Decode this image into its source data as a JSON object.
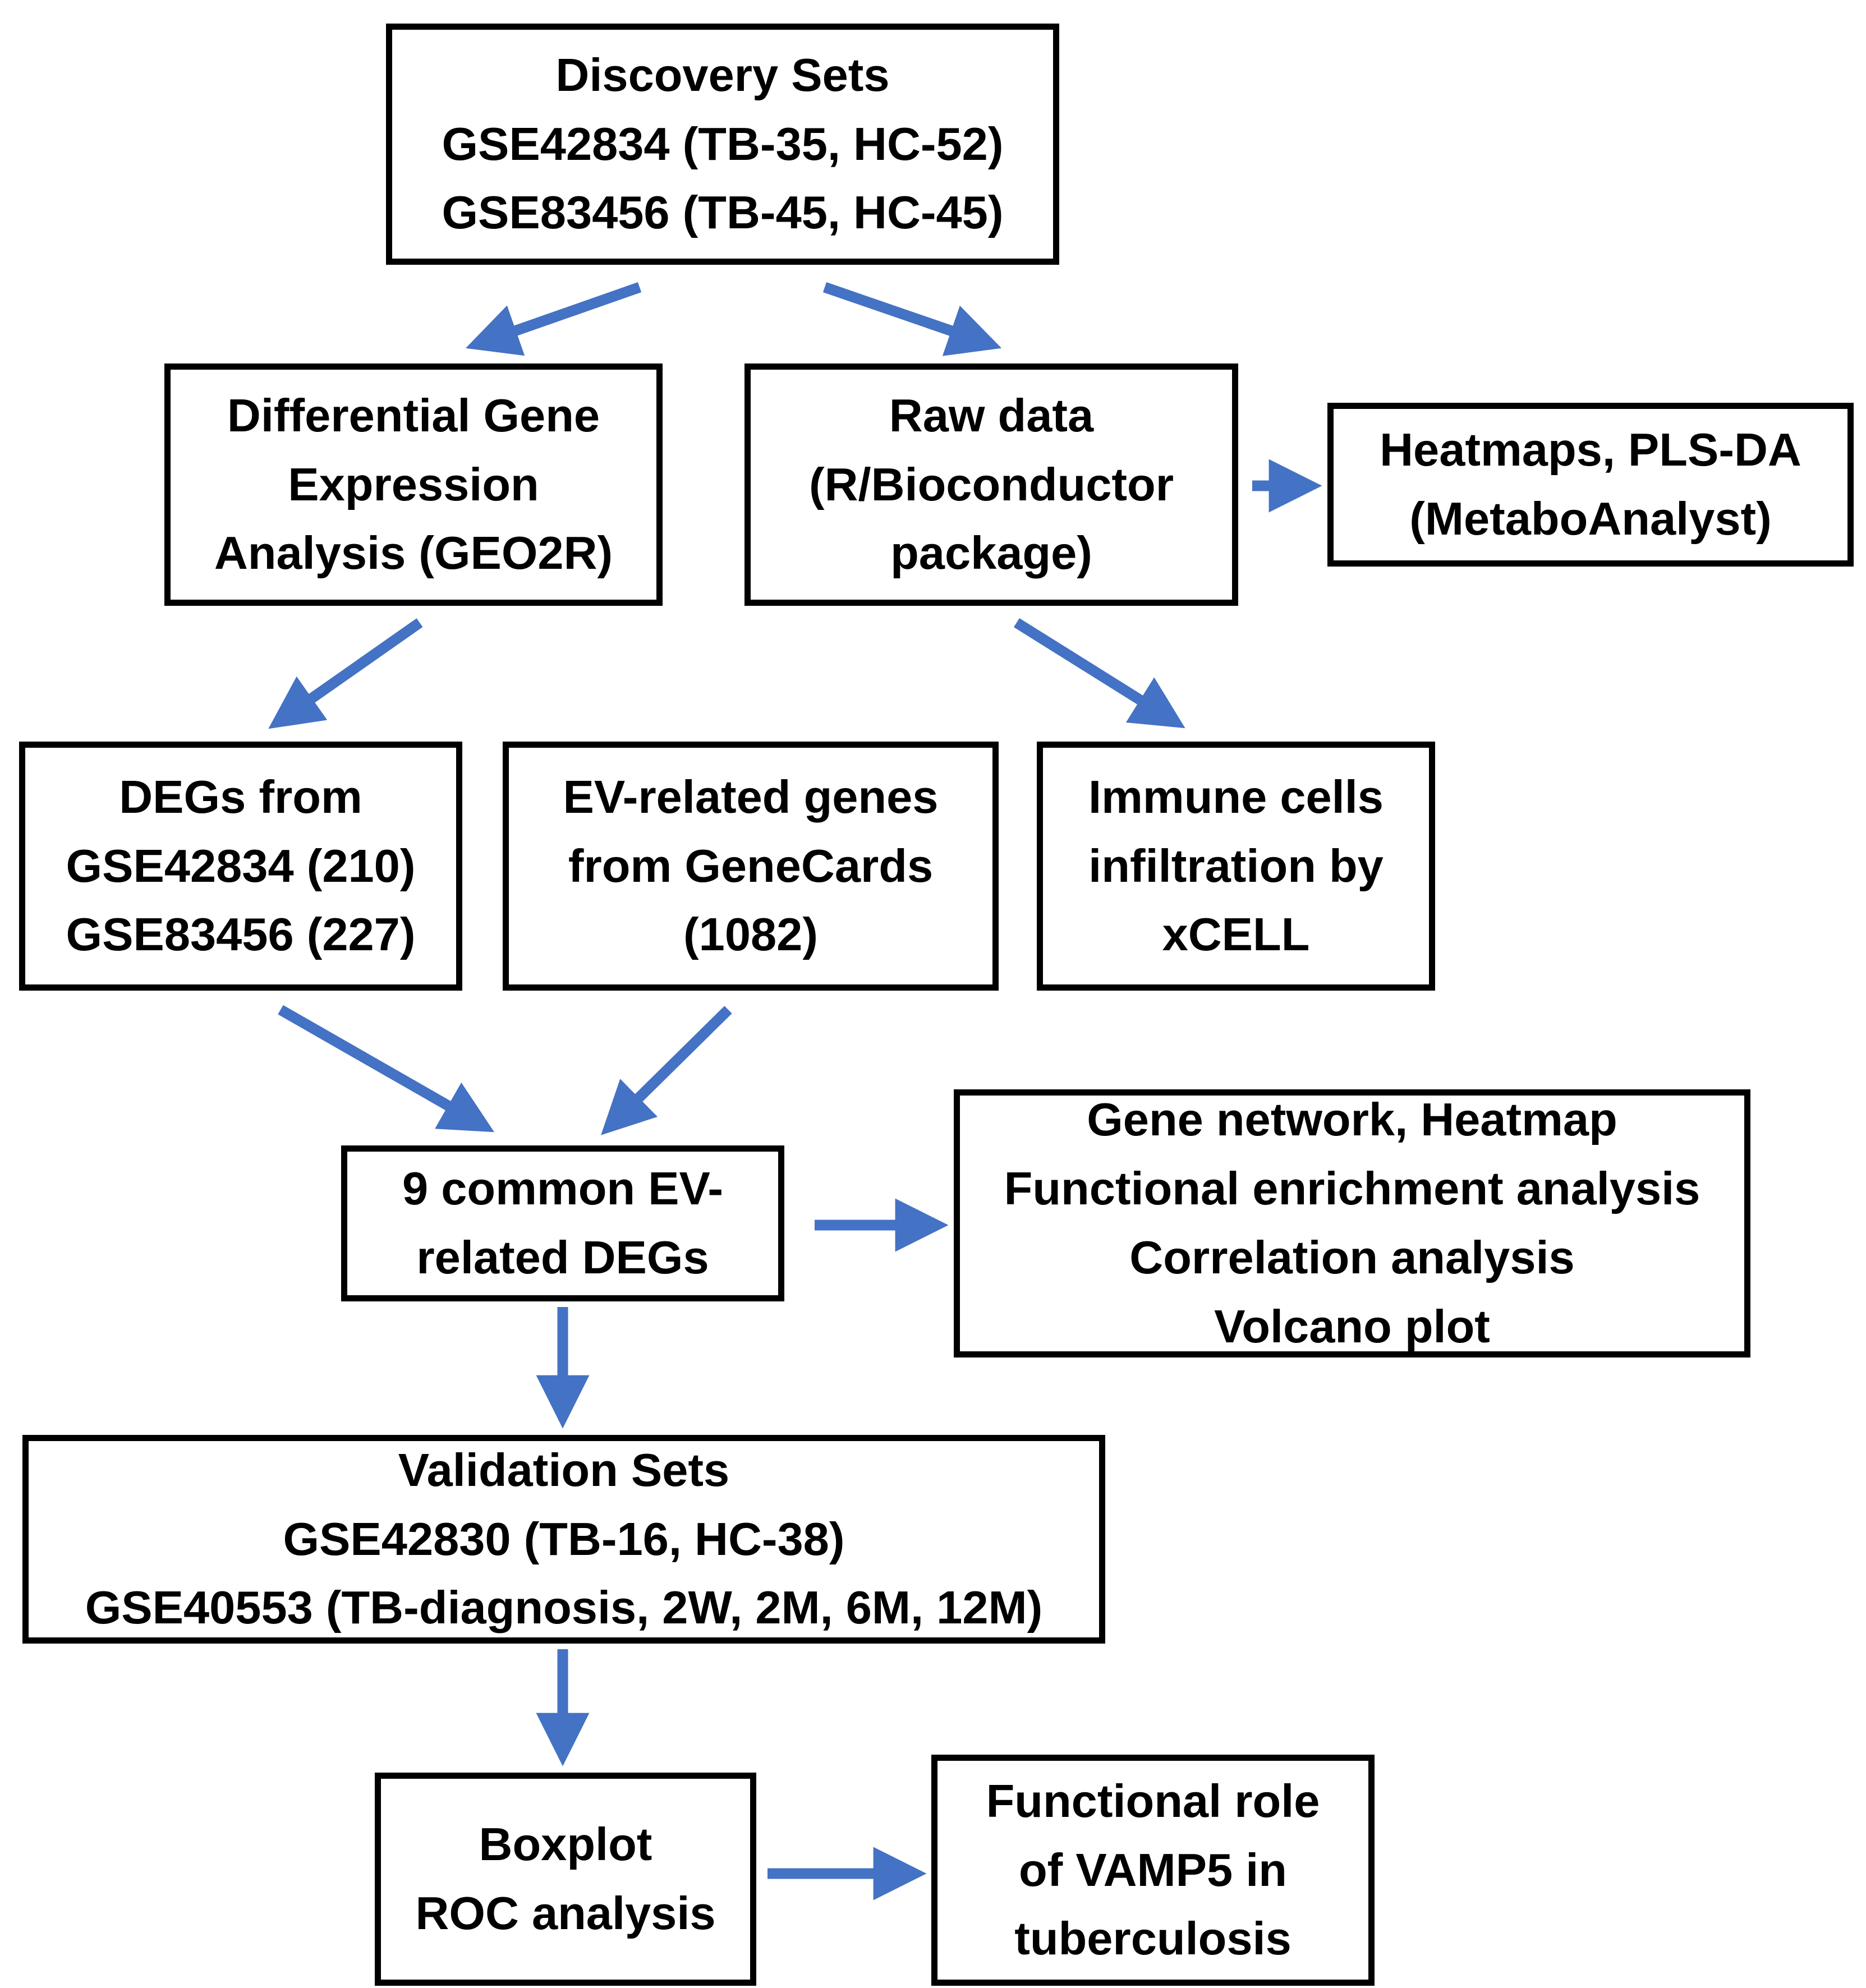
{
  "diagram": {
    "title": "Study workflow for identification of EV-related DEGs in tuberculosis",
    "accent_color": "#4472C4",
    "box_border_color": "#000000",
    "background_color": "#FFFFFF"
  },
  "nodes": {
    "discovery": {
      "id": "discovery-sets",
      "lines": [
        "Discovery Sets",
        "GSE42834 (TB-35, HC-52)",
        "GSE83456 (TB-45, HC-45)"
      ]
    },
    "dge": {
      "id": "differential-gene-expression-analysis",
      "lines": [
        "Differential Gene",
        "Expression",
        "Analysis (GEO2R)"
      ]
    },
    "rawdata": {
      "id": "raw-data",
      "lines": [
        "Raw data",
        "(R/Bioconductor",
        "package)"
      ]
    },
    "heatmaps": {
      "id": "heatmaps-plsda",
      "lines": [
        "Heatmaps, PLS-DA",
        "(MetaboAnalyst)"
      ]
    },
    "degs": {
      "id": "degs-from-discovery-sets",
      "lines": [
        "DEGs from",
        "GSE42834 (210)",
        "GSE83456 (227)"
      ]
    },
    "evgenes": {
      "id": "ev-related-genes-genecards",
      "lines": [
        "EV-related genes",
        "from GeneCards",
        "(1082)"
      ]
    },
    "immune": {
      "id": "immune-cell-infiltration",
      "lines": [
        "Immune cells",
        "infiltration by",
        "xCELL"
      ]
    },
    "common": {
      "id": "common-ev-related-degs",
      "lines": [
        "9 common EV-",
        "related DEGs"
      ]
    },
    "analyses": {
      "id": "downstream-analyses",
      "lines": [
        "Gene network, Heatmap",
        "Functional enrichment analysis",
        "Correlation analysis",
        "Volcano plot"
      ]
    },
    "validation": {
      "id": "validation-sets",
      "lines": [
        "Validation Sets",
        "GSE42830 (TB-16, HC-38)",
        "GSE40553 (TB-diagnosis, 2W, 2M, 6M, 12M)"
      ]
    },
    "boxplot": {
      "id": "boxplot-roc-analysis",
      "lines": [
        "Boxplot",
        "ROC analysis"
      ]
    },
    "vamp5": {
      "id": "functional-role-vamp5",
      "lines": [
        "Functional role",
        "of VAMP5 in",
        "tuberculosis"
      ]
    }
  },
  "edges": [
    {
      "id": "discovery-to-dge",
      "from": "discovery",
      "to": "dge",
      "style": "diagonal-arrow"
    },
    {
      "id": "discovery-to-rawdata",
      "from": "discovery",
      "to": "rawdata",
      "style": "diagonal-arrow"
    },
    {
      "id": "rawdata-to-heatmaps",
      "from": "rawdata",
      "to": "heatmaps",
      "style": "horizontal-arrow"
    },
    {
      "id": "dge-to-degs",
      "from": "dge",
      "to": "degs",
      "style": "diagonal-arrow"
    },
    {
      "id": "rawdata-to-immune",
      "from": "rawdata",
      "to": "immune",
      "style": "diagonal-arrow"
    },
    {
      "id": "degs-to-common",
      "from": "degs",
      "to": "common",
      "style": "diagonal-arrow"
    },
    {
      "id": "evgenes-to-common",
      "from": "evgenes",
      "to": "common",
      "style": "diagonal-arrow"
    },
    {
      "id": "common-to-analyses",
      "from": "common",
      "to": "analyses",
      "style": "horizontal-arrow"
    },
    {
      "id": "common-to-validation",
      "from": "common",
      "to": "validation",
      "style": "vertical-arrow"
    },
    {
      "id": "validation-to-boxplot",
      "from": "validation",
      "to": "boxplot",
      "style": "vertical-arrow"
    },
    {
      "id": "boxplot-to-vamp5",
      "from": "boxplot",
      "to": "vamp5",
      "style": "horizontal-arrow"
    }
  ]
}
